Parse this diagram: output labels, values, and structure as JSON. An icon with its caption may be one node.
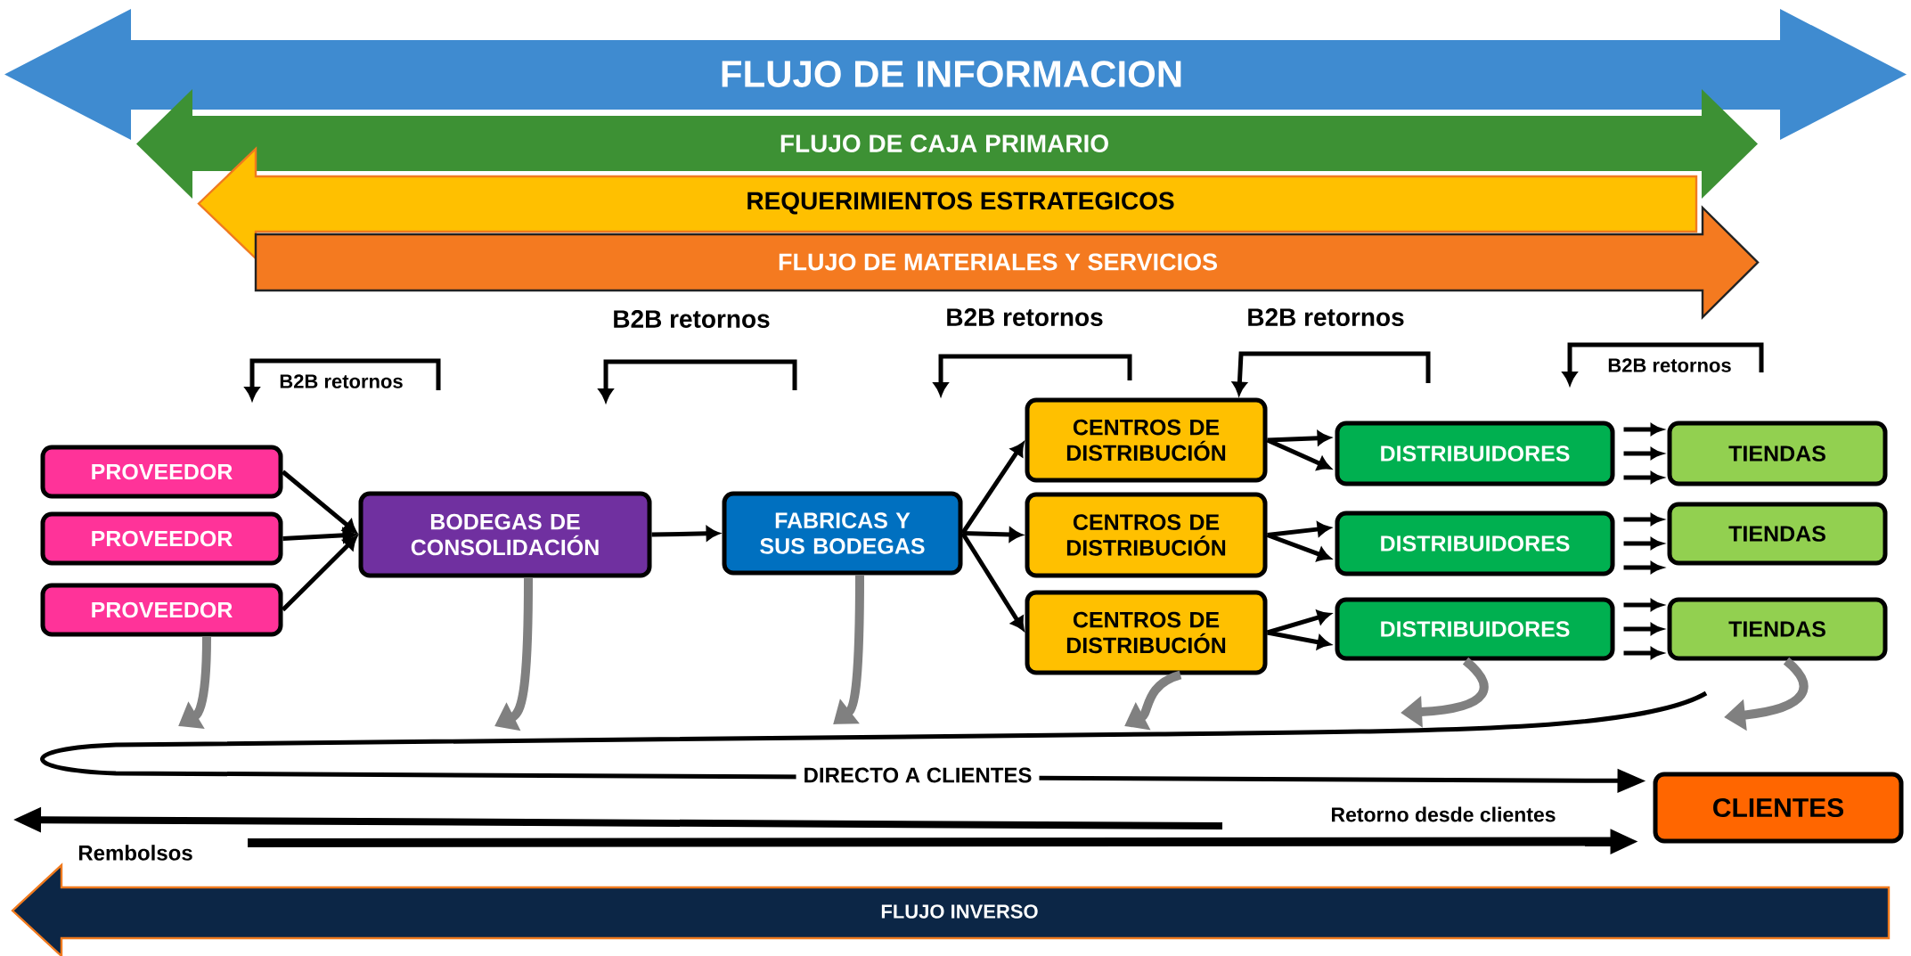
{
  "diagram": {
    "nodes": [
      {
        "text": [
          "FLUJO DE INFORMACION"
        ]
      },
      {
        "text": [
          "FLUJO DE CAJA PRIMARIO"
        ]
      },
      {
        "text": [
          "REQUERIMIENTOS ESTRATEGICOS"
        ]
      },
      {
        "text": [
          "FLUJO DE MATERIALES Y SERVICIOS"
        ]
      },
      {
        "text": [
          "PROVEEDOR"
        ]
      },
      {
        "text": [
          "PROVEEDOR"
        ]
      },
      {
        "text": [
          "PROVEEDOR"
        ]
      },
      {
        "text": [
          "BODEGAS DE CONSOLIDACIÓN"
        ]
      },
      {
        "text": [
          "FABRICAS Y SUS BODEGAS"
        ]
      },
      {
        "text": [
          "CENTROS DE DISTRIBUCIÓN"
        ]
      },
      {
        "text": [
          "CENTROS DE DISTRIBUCIÓN"
        ]
      },
      {
        "text": [
          "CENTROS DE DISTRIBUCIÓN"
        ]
      },
      {
        "text": [
          "DISTRIBUIDORES"
        ]
      },
      {
        "text": [
          "DISTRIBUIDORES"
        ]
      },
      {
        "text": [
          "DISTRIBUIDORES"
        ]
      },
      {
        "text": [
          "TIENDAS"
        ]
      },
      {
        "text": [
          "TIENDAS"
        ]
      },
      {
        "text": [
          "TIENDAS"
        ]
      },
      {
        "text": [
          "CLIENTES"
        ]
      },
      {
        "text": [
          "FLUJO INVERSO"
        ]
      }
    ],
    "edges": [
      {
        "from": 4,
        "to": 7,
        "arrow": "to"
      },
      {
        "from": 5,
        "to": 7,
        "arrow": "to"
      },
      {
        "from": 6,
        "to": 7,
        "arrow": "to"
      },
      {
        "from": 7,
        "to": 8,
        "arrow": "to"
      },
      {
        "from": 8,
        "to": 9,
        "arrow": "to"
      },
      {
        "from": 8,
        "to": 10,
        "arrow": "to"
      },
      {
        "from": 8,
        "to": 11,
        "arrow": "to"
      },
      {
        "from": 9,
        "to": 12,
        "arrow": "to"
      },
      {
        "from": 9,
        "to": 12,
        "arrow": "to"
      },
      {
        "from": 10,
        "to": 13,
        "arrow": "to"
      },
      {
        "from": 10,
        "to": 13,
        "arrow": "to"
      },
      {
        "from": 11,
        "to": 14,
        "arrow": "to"
      },
      {
        "from": 11,
        "to": 14,
        "arrow": "to"
      },
      {
        "from": 12,
        "to": 15,
        "arrow": "to"
      },
      {
        "from": 12,
        "to": 15,
        "arrow": "to"
      },
      {
        "from": 12,
        "to": 15,
        "arrow": "to"
      },
      {
        "from": 13,
        "to": 16,
        "arrow": "to"
      },
      {
        "from": 13,
        "to": 16,
        "arrow": "to"
      },
      {
        "from": 13,
        "to": 16,
        "arrow": "to"
      },
      {
        "from": 14,
        "to": 17,
        "arrow": "to"
      },
      {
        "from": 14,
        "to": 17,
        "arrow": "to"
      },
      {
        "from": 14,
        "to": 17,
        "arrow": "to"
      },
      {
        "from": null,
        "to": 9,
        "arrow": "to"
      },
      {
        "from": null,
        "to": 18,
        "arrow": "to",
        "label": "DIRECTO A CLIENTES"
      },
      {
        "from": null,
        "to": 18,
        "arrow": "to",
        "style": "thick"
      },
      {
        "from": 6,
        "to": null,
        "arrow": "to",
        "style": "thick",
        "color": "#808080"
      },
      {
        "from": 7,
        "to": null,
        "arrow": "to",
        "style": "thick",
        "color": "#808080"
      },
      {
        "from": 8,
        "to": null,
        "arrow": "to",
        "style": "thick",
        "color": "#808080"
      },
      {
        "from": 11,
        "to": null,
        "arrow": "to",
        "style": "thick",
        "color": "#808080"
      },
      {
        "from": 14,
        "to": null,
        "arrow": "to",
        "style": "thick",
        "color": "#808080"
      },
      {
        "from": 17,
        "to": null,
        "arrow": "to",
        "style": "thick",
        "color": "#808080"
      }
    ],
    "labels": [
      "B2B retornos",
      "B2B retornos",
      "B2B retornos",
      "B2B retornos",
      "B2B retornos",
      "Retorno desde clientes",
      "Rembolsos"
    ]
  }
}
